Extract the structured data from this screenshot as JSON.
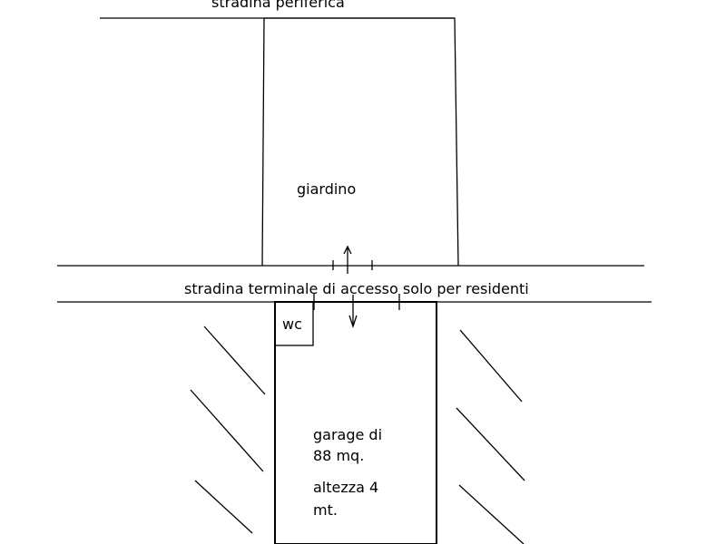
{
  "labels": {
    "top_road": "stradina periferica",
    "garden": "giardino",
    "access_road": "stradina terminale di accesso solo per residenti",
    "wc": "wc",
    "garage_line1": "garage di",
    "garage_line2": "88 mq.",
    "height_line1": "altezza 4",
    "height_line2": "mt."
  }
}
